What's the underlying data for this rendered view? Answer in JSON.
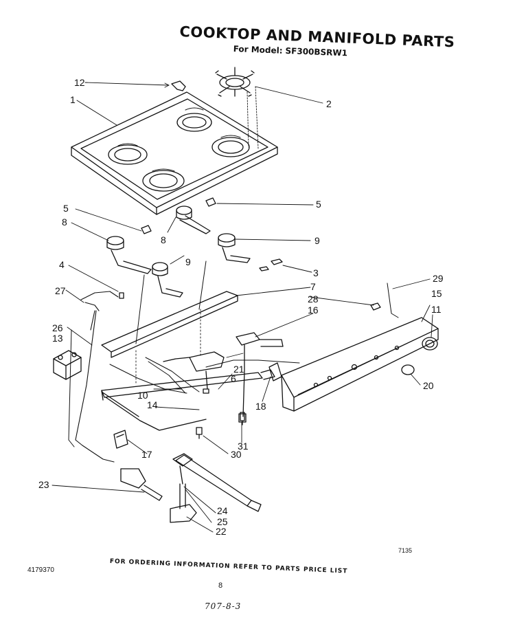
{
  "header": {
    "title": "COOKTOP AND MANIFOLD PARTS",
    "model_label": "For Model:",
    "model_number": "SF300BSRW1"
  },
  "callouts": {
    "c1": "1",
    "c2": "2",
    "c3": "3",
    "c4": "4",
    "c5a": "5",
    "c5b": "5",
    "c6": "6",
    "c7": "7",
    "c8a": "8",
    "c8b": "8",
    "c9a": "9",
    "c9b": "9",
    "c10": "10",
    "c11": "11",
    "c12": "12",
    "c13": "13",
    "c14": "14",
    "c15": "15",
    "c16": "16",
    "c17": "17",
    "c18": "18",
    "c20": "20",
    "c21": "21",
    "c22": "22",
    "c23": "23",
    "c24": "24",
    "c25": "25",
    "c26": "26",
    "c27": "27",
    "c28": "28",
    "c29": "29",
    "c30": "30",
    "c31": "31"
  },
  "footer": {
    "code_id": "7135",
    "part_number": "4179370",
    "order_note": "FOR ORDERING INFORMATION REFER TO PARTS PRICE LIST",
    "page_number": "8",
    "handwritten_note": "707-8-3"
  }
}
